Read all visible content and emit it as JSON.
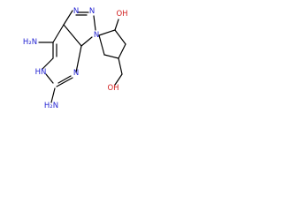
{
  "molecule": {
    "atoms": [
      {
        "id": "n_triazole_top_left",
        "text": "N"
      },
      {
        "id": "n_triazole_top_right",
        "text": "N"
      },
      {
        "id": "n_triazole_right",
        "text": "N"
      },
      {
        "id": "n_ring_middle",
        "text": "N"
      },
      {
        "id": "nh_ring",
        "text": "HN"
      },
      {
        "id": "nh2_top",
        "text": "NH2",
        "display": "H₂N"
      },
      {
        "id": "nh2_bottom",
        "text": "NH2",
        "display": "H₂N"
      },
      {
        "id": "oh_top",
        "text": "OH"
      },
      {
        "id": "oh_bottom",
        "text": "OH"
      }
    ],
    "colors": {
      "nitrogen": "#1f1fd1",
      "oxygen": "#d11f1f",
      "bond": "#000000"
    }
  }
}
